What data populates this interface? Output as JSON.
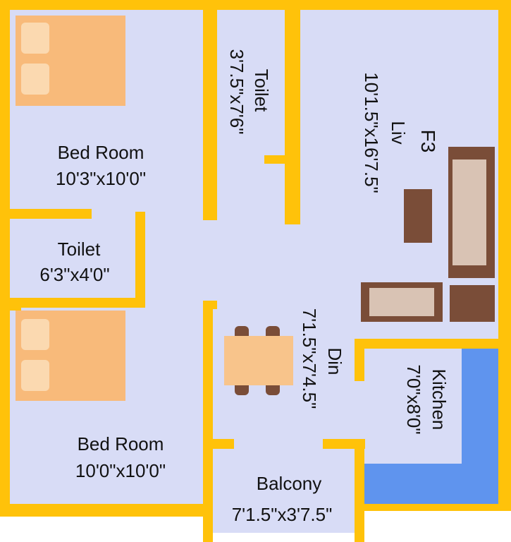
{
  "colors": {
    "floor": "#d8dcf6",
    "wall": "#ffc20a",
    "window": "#f6b9c4",
    "bed": "#f8ba7a",
    "bed_pillow": "#fbd9b0",
    "sofa_frame": "#7a4d38",
    "sofa_cushion": "#d9c3b4",
    "table": "#f8c48b",
    "chair": "#7a4d38",
    "kitchen_counter": "#5f94ee",
    "text": "#111111"
  },
  "rooms": {
    "bedroom1": {
      "name": "Bed Room",
      "size": "10'3\"x10'0\""
    },
    "toilet_left": {
      "name": "Toilet",
      "size": "6'3\"x4'0\""
    },
    "toilet_top": {
      "name": "Toilet",
      "size": "3'7.5\"x7'6\""
    },
    "living": {
      "name": "Liv",
      "size": "10'1.5\"x16'7.5\""
    },
    "dining": {
      "name": "Din",
      "size": "7'1.5\"x7'4.5\""
    },
    "kitchen": {
      "name": "Kitchen",
      "size": "7'0\"x8'0\""
    },
    "bedroom2": {
      "name": "Bed Room",
      "size": "10'0\"x10'0\""
    },
    "balcony": {
      "name": "Balcony",
      "size": "7'1.5\"x3'7.5\""
    }
  },
  "flat_id": "F3"
}
